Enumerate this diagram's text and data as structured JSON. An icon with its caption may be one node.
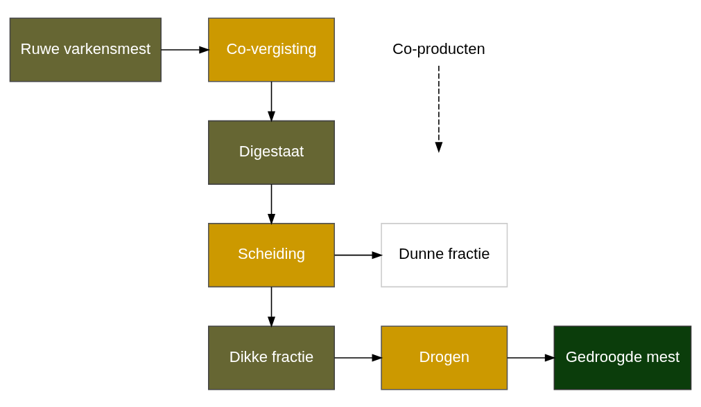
{
  "diagram": {
    "nodes": [
      {
        "text": [
          "Ruwe varkensmest"
        ]
      },
      {
        "text": [
          "Co-vergisting"
        ]
      },
      {
        "text": [
          "Co-producten"
        ]
      },
      {
        "text": [
          "Digestaat"
        ]
      },
      {
        "text": [
          "Scheiding"
        ]
      },
      {
        "text": [
          "Dunne fractie"
        ]
      },
      {
        "text": [
          "Dikke fractie"
        ]
      },
      {
        "text": [
          "Drogen"
        ]
      },
      {
        "text": [
          "Gedroogde mest"
        ]
      }
    ],
    "edges": [
      {
        "from": 0,
        "to": 1,
        "arrow": "to"
      },
      {
        "from": 2,
        "to": null,
        "arrow": "to",
        "style": "dashed"
      },
      {
        "from": 1,
        "to": 3,
        "arrow": "to"
      },
      {
        "from": 3,
        "to": 4,
        "arrow": "to"
      },
      {
        "from": 4,
        "to": 5,
        "arrow": "to"
      },
      {
        "from": 4,
        "to": 6,
        "arrow": "to"
      },
      {
        "from": 6,
        "to": 7,
        "arrow": "to"
      },
      {
        "from": 7,
        "to": 8,
        "arrow": "to"
      }
    ]
  }
}
